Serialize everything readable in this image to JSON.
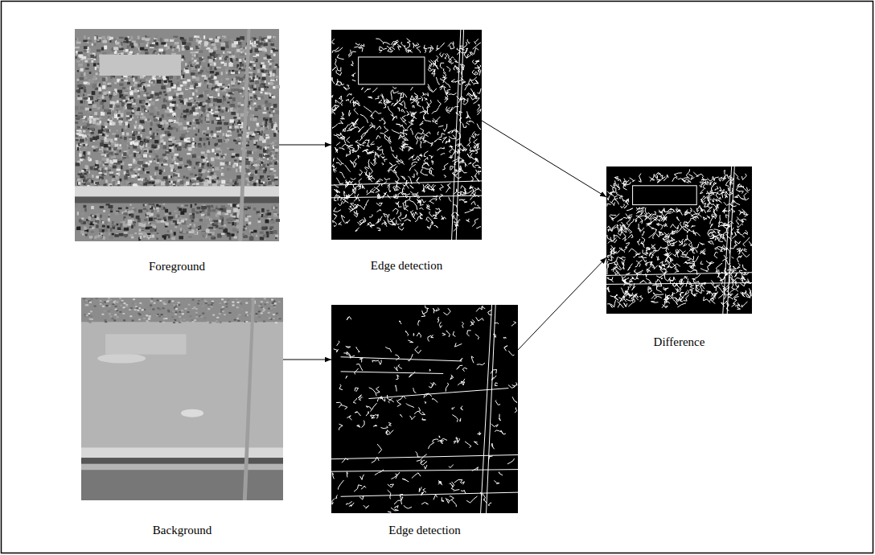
{
  "diagram": {
    "nodes": [
      {
        "text": [
          "Foreground"
        ]
      },
      {
        "text": [
          "Edge detection"
        ]
      },
      {
        "text": [
          "Difference"
        ]
      },
      {
        "text": [
          "Background"
        ]
      },
      {
        "text": [
          "Edge detection"
        ]
      }
    ],
    "edges": [
      {
        "from": 0,
        "to": 1,
        "arrow": "to"
      },
      {
        "from": 1,
        "to": 2,
        "arrow": "to"
      },
      {
        "from": 3,
        "to": 4,
        "arrow": "to"
      },
      {
        "from": 4,
        "to": 2,
        "arrow": "to"
      }
    ]
  }
}
